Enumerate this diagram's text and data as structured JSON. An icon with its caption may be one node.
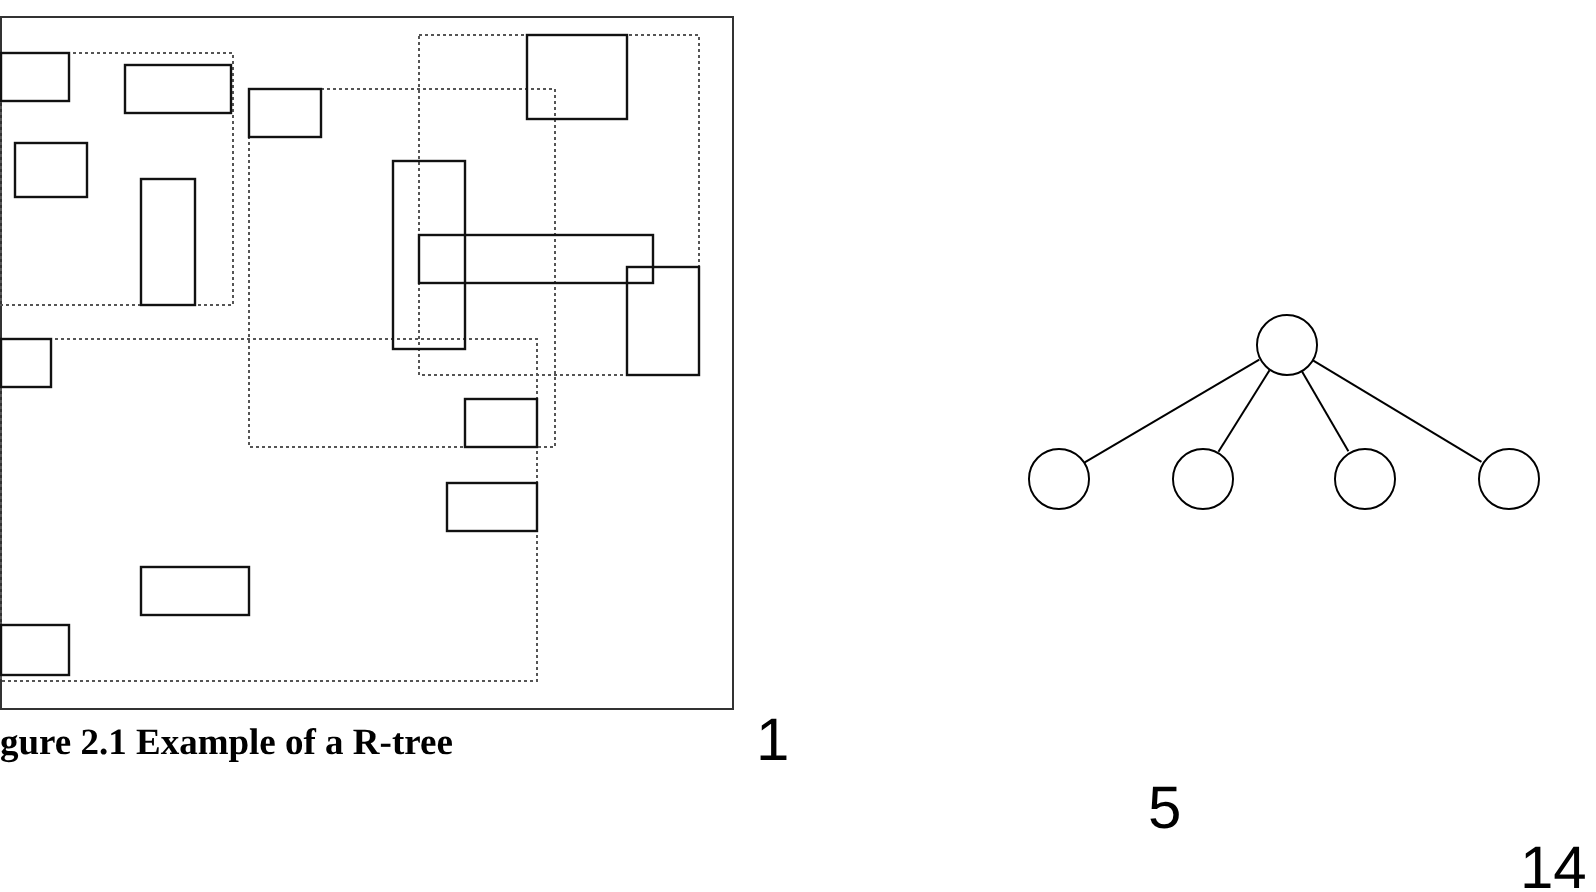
{
  "diagram": {
    "caption": "gure 2.1 Example of a R-tree",
    "nodes": [
      {
        "text": [],
        "shape": "circle"
      },
      {
        "text": [],
        "shape": "circle"
      },
      {
        "text": [],
        "shape": "circle"
      },
      {
        "text": [],
        "shape": "circle"
      },
      {
        "text": [],
        "shape": "circle"
      }
    ],
    "edges": [
      {
        "from": 0,
        "to": 1,
        "arrow": "none"
      },
      {
        "from": 0,
        "to": 2,
        "arrow": "none"
      },
      {
        "from": 0,
        "to": 3,
        "arrow": "none"
      },
      {
        "from": 0,
        "to": 4,
        "arrow": "none"
      }
    ],
    "labels": [
      "1",
      "5",
      "14"
    ]
  }
}
